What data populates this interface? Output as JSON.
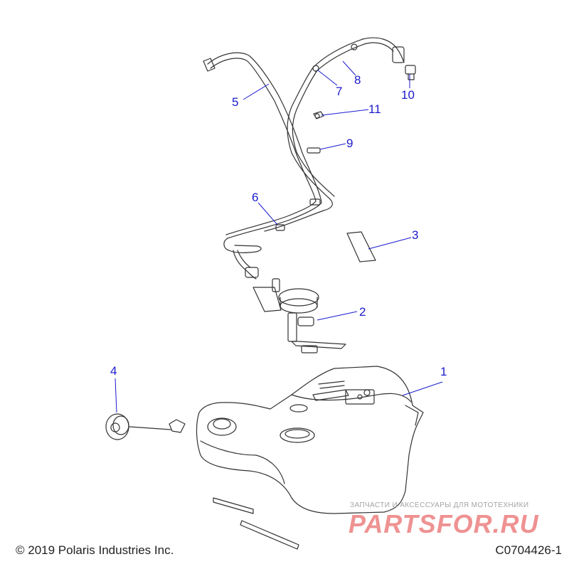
{
  "colors": {
    "callout": "#1a1acc",
    "line": "#333333",
    "watermark_red": "#e23a3a",
    "watermark_grey": "#9a9a9a"
  },
  "callouts": [
    {
      "id": "1",
      "label": "1"
    },
    {
      "id": "2",
      "label": "2"
    },
    {
      "id": "3",
      "label": "3"
    },
    {
      "id": "4",
      "label": "4"
    },
    {
      "id": "5",
      "label": "5"
    },
    {
      "id": "6",
      "label": "6"
    },
    {
      "id": "7",
      "label": "7"
    },
    {
      "id": "8",
      "label": "8"
    },
    {
      "id": "9",
      "label": "9"
    },
    {
      "id": "10",
      "label": "10"
    },
    {
      "id": "11",
      "label": "11"
    }
  ],
  "footer": {
    "copyright": "© 2019 Polaris Industries Inc.",
    "figure_id": "C0704426-1"
  },
  "watermark": {
    "tagline": "ЗАПЧАСТИ И АКСЕССУАРЫ ДЛЯ МОТОТЕХНИКИ",
    "name": "PARTSFOR.RU"
  }
}
